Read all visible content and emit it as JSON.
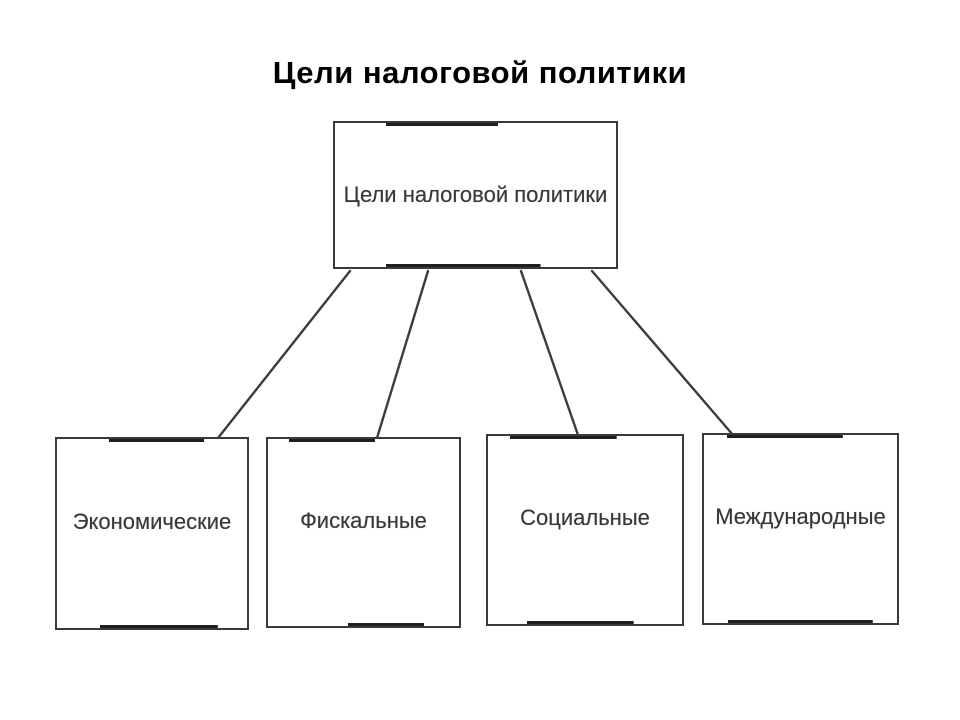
{
  "page": {
    "title": "Цели налоговой политики",
    "background_color": "#ffffff",
    "title_color": "#000000"
  },
  "diagram": {
    "type": "tree",
    "root": {
      "label": "Цели налоговой политики"
    },
    "children": [
      {
        "label": "Экономические"
      },
      {
        "label": "Фискальные"
      },
      {
        "label": "Социальные"
      },
      {
        "label": "Международные"
      }
    ],
    "colors": {
      "box_border": "#3a3a3a",
      "box_text": "#383838",
      "connector_line": "#3c3c3c"
    }
  }
}
